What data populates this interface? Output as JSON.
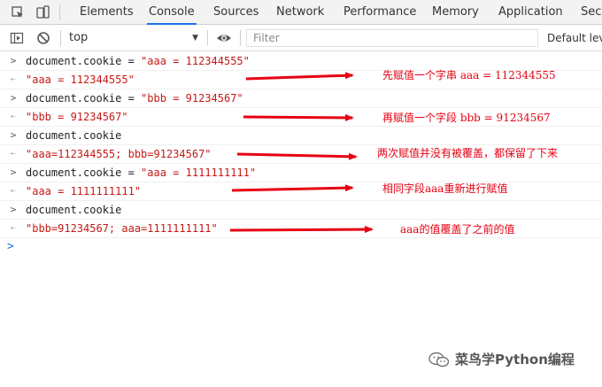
{
  "tabs": {
    "items": [
      "Elements",
      "Console",
      "Sources",
      "Network",
      "Performance",
      "Memory",
      "Application",
      "Secu"
    ],
    "active": "Console"
  },
  "toolbar": {
    "context": "top",
    "filter_placeholder": "Filter",
    "levels_label": "Default lev"
  },
  "console": {
    "entries": [
      {
        "input_expr": "document.cookie = ",
        "input_str": "\"aaa = 112344555\"",
        "output": "\"aaa = 112344555\""
      },
      {
        "input_expr": "document.cookie = ",
        "input_str": "\"bbb = 91234567\"",
        "output": "\"bbb = 91234567\""
      },
      {
        "input_expr": "document.cookie",
        "input_str": "",
        "output": "\"aaa=112344555; bbb=91234567\""
      },
      {
        "input_expr": "document.cookie = ",
        "input_str": "\"aaa = 1111111111\"",
        "output": "\"aaa = 1111111111\""
      },
      {
        "input_expr": "document.cookie",
        "input_str": "",
        "output": "\"bbb=91234567; aaa=1111111111\""
      }
    ]
  },
  "annotations": [
    "先赋值一个字串 aaa = 112344555",
    "再赋值一个字段 bbb = 91234567",
    "两次赋值并没有被覆盖，都保留了下来",
    "相同字段aaa重新进行赋值",
    "aaa的值覆盖了之前的值"
  ],
  "watermark": {
    "text": "菜鸟学Python编程",
    "icon": "wechat-icon"
  },
  "colors": {
    "annotation": "#e60012",
    "string": "#c41a16",
    "active_tab_underline": "#1a73e8",
    "prompt": "#1a73e8"
  }
}
